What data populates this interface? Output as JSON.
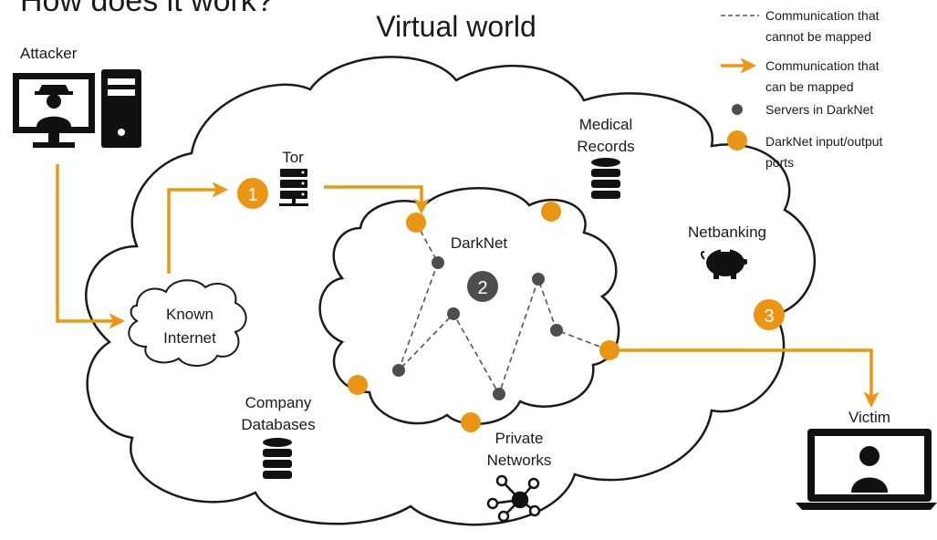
{
  "page_title": "How does it work?",
  "cloud_title": "Virtual world",
  "legend": {
    "dashed": [
      "Communication that",
      "cannot be mapped"
    ],
    "arrow": [
      "Communication that",
      "can be mapped"
    ],
    "servers": "Servers in DarkNet",
    "ports": [
      "DarkNet input/output",
      "ports"
    ]
  },
  "labels": {
    "attacker": "Attacker",
    "tor": "Tor",
    "known_internet": [
      "Known",
      "Internet"
    ],
    "darknet": "DarkNet",
    "medical_records": [
      "Medical",
      "Records"
    ],
    "netbanking": "Netbanking",
    "company_databases": [
      "Company",
      "Databases"
    ],
    "private_networks": [
      "Private",
      "Networks"
    ],
    "victim": "Victim"
  },
  "steps": [
    "1",
    "2",
    "3"
  ],
  "colors": {
    "accent": "#ea9514",
    "server_dot": "#4d4d4d",
    "dark": "#1a1a1a",
    "dash": "#555555"
  },
  "icons": [
    "attacker-monitor-icon",
    "computer-tower-icon",
    "server-rack-icon",
    "database-icon",
    "piggy-bank-icon",
    "network-icon",
    "victim-laptop-icon"
  ]
}
